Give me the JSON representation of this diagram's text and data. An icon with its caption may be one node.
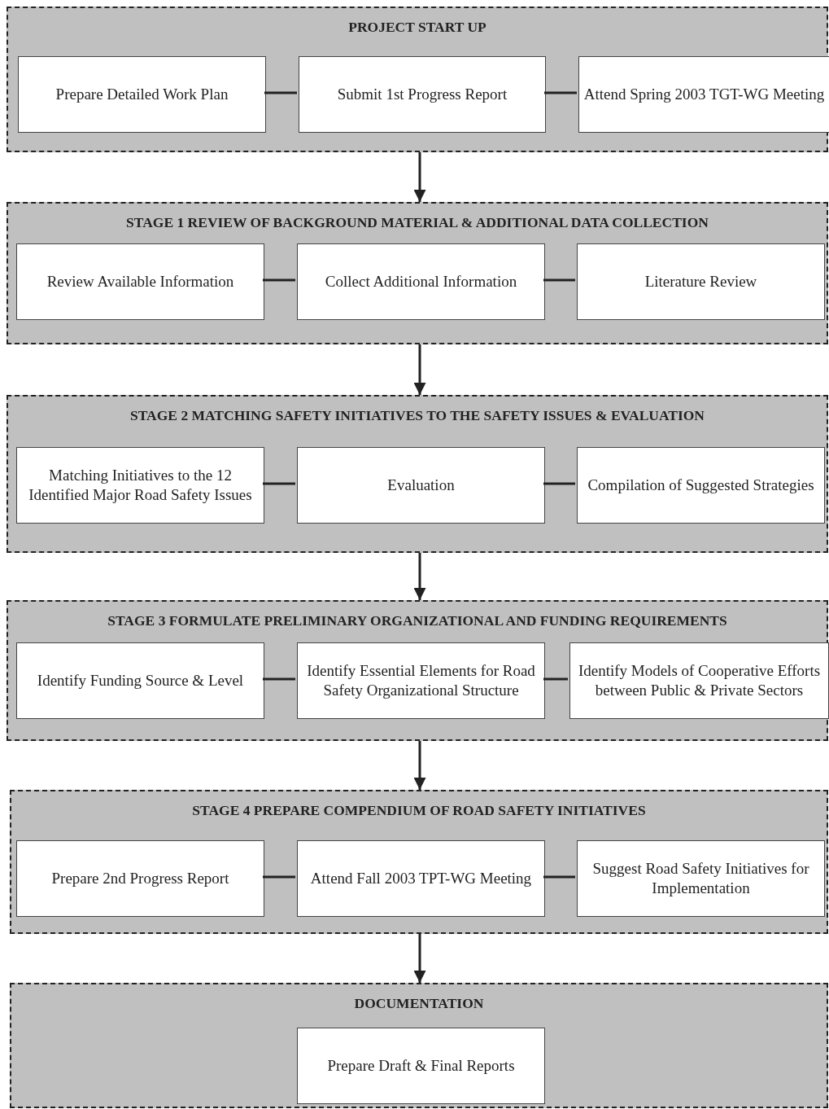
{
  "diagram": {
    "nodes": [
      {
        "text": [
          "PROJECT START UP"
        ]
      },
      {
        "text": [
          "Prepare Detailed Work Plan"
        ],
        "in": 0
      },
      {
        "text": [
          "Submit 1st Progress Report"
        ],
        "in": 0
      },
      {
        "text": [
          "Attend Spring 2003 TGT-WG Meeting"
        ],
        "in": 0
      },
      {
        "text": [
          "STAGE 1 REVIEW OF BACKGROUND MATERIAL & ADDITIONAL DATA COLLECTION"
        ]
      },
      {
        "text": [
          "Review Available Information"
        ],
        "in": 4
      },
      {
        "text": [
          "Collect Additional Information"
        ],
        "in": 4
      },
      {
        "text": [
          "Literature Review"
        ],
        "in": 4
      },
      {
        "text": [
          "STAGE 2 MATCHING SAFETY INITIATIVES TO THE SAFETY ISSUES & EVALUATION"
        ]
      },
      {
        "text": [
          "Matching Initiatives to the 12 Identified Major Road Safety Issues"
        ],
        "in": 8
      },
      {
        "text": [
          "Evaluation"
        ],
        "in": 8
      },
      {
        "text": [
          "Compilation of Suggested Strategies"
        ],
        "in": 8
      },
      {
        "text": [
          "STAGE 3 FORMULATE PRELIMINARY ORGANIZATIONAL AND FUNDING REQUIREMENTS"
        ]
      },
      {
        "text": [
          "Identify Funding Source & Level"
        ],
        "in": 12
      },
      {
        "text": [
          "Identify Essential Elements for Road Safety Organizational Structure"
        ],
        "in": 12
      },
      {
        "text": [
          "Identify Models of Cooperative Efforts between Public & Private Sectors"
        ],
        "in": 12
      },
      {
        "text": [
          "STAGE 4 PREPARE COMPENDIUM OF ROAD SAFETY INITIATIVES"
        ]
      },
      {
        "text": [
          "Prepare 2nd Progress Report"
        ],
        "in": 16
      },
      {
        "text": [
          "Attend Fall 2003 TPT-WG Meeting"
        ],
        "in": 16
      },
      {
        "text": [
          "Suggest Road Safety Initiatives for Implementation"
        ],
        "in": 16
      },
      {
        "text": [
          "DOCUMENTATION"
        ]
      },
      {
        "text": [
          "Prepare Draft & Final Reports"
        ],
        "in": 20
      }
    ],
    "edges": [
      {
        "from": 1,
        "to": 2,
        "arrow": "none"
      },
      {
        "from": 2,
        "to": 3,
        "arrow": "none"
      },
      {
        "from": 0,
        "to": 4,
        "arrow": "to"
      },
      {
        "from": 5,
        "to": 6,
        "arrow": "none"
      },
      {
        "from": 6,
        "to": 7,
        "arrow": "none"
      },
      {
        "from": 4,
        "to": 8,
        "arrow": "to"
      },
      {
        "from": 9,
        "to": 10,
        "arrow": "none"
      },
      {
        "from": 10,
        "to": 11,
        "arrow": "none"
      },
      {
        "from": 8,
        "to": 12,
        "arrow": "to"
      },
      {
        "from": 13,
        "to": 14,
        "arrow": "none"
      },
      {
        "from": 14,
        "to": 15,
        "arrow": "none"
      },
      {
        "from": 12,
        "to": 16,
        "arrow": "to"
      },
      {
        "from": 17,
        "to": 18,
        "arrow": "none"
      },
      {
        "from": 18,
        "to": 19,
        "arrow": "none"
      },
      {
        "from": 16,
        "to": 20,
        "arrow": "to"
      }
    ]
  }
}
